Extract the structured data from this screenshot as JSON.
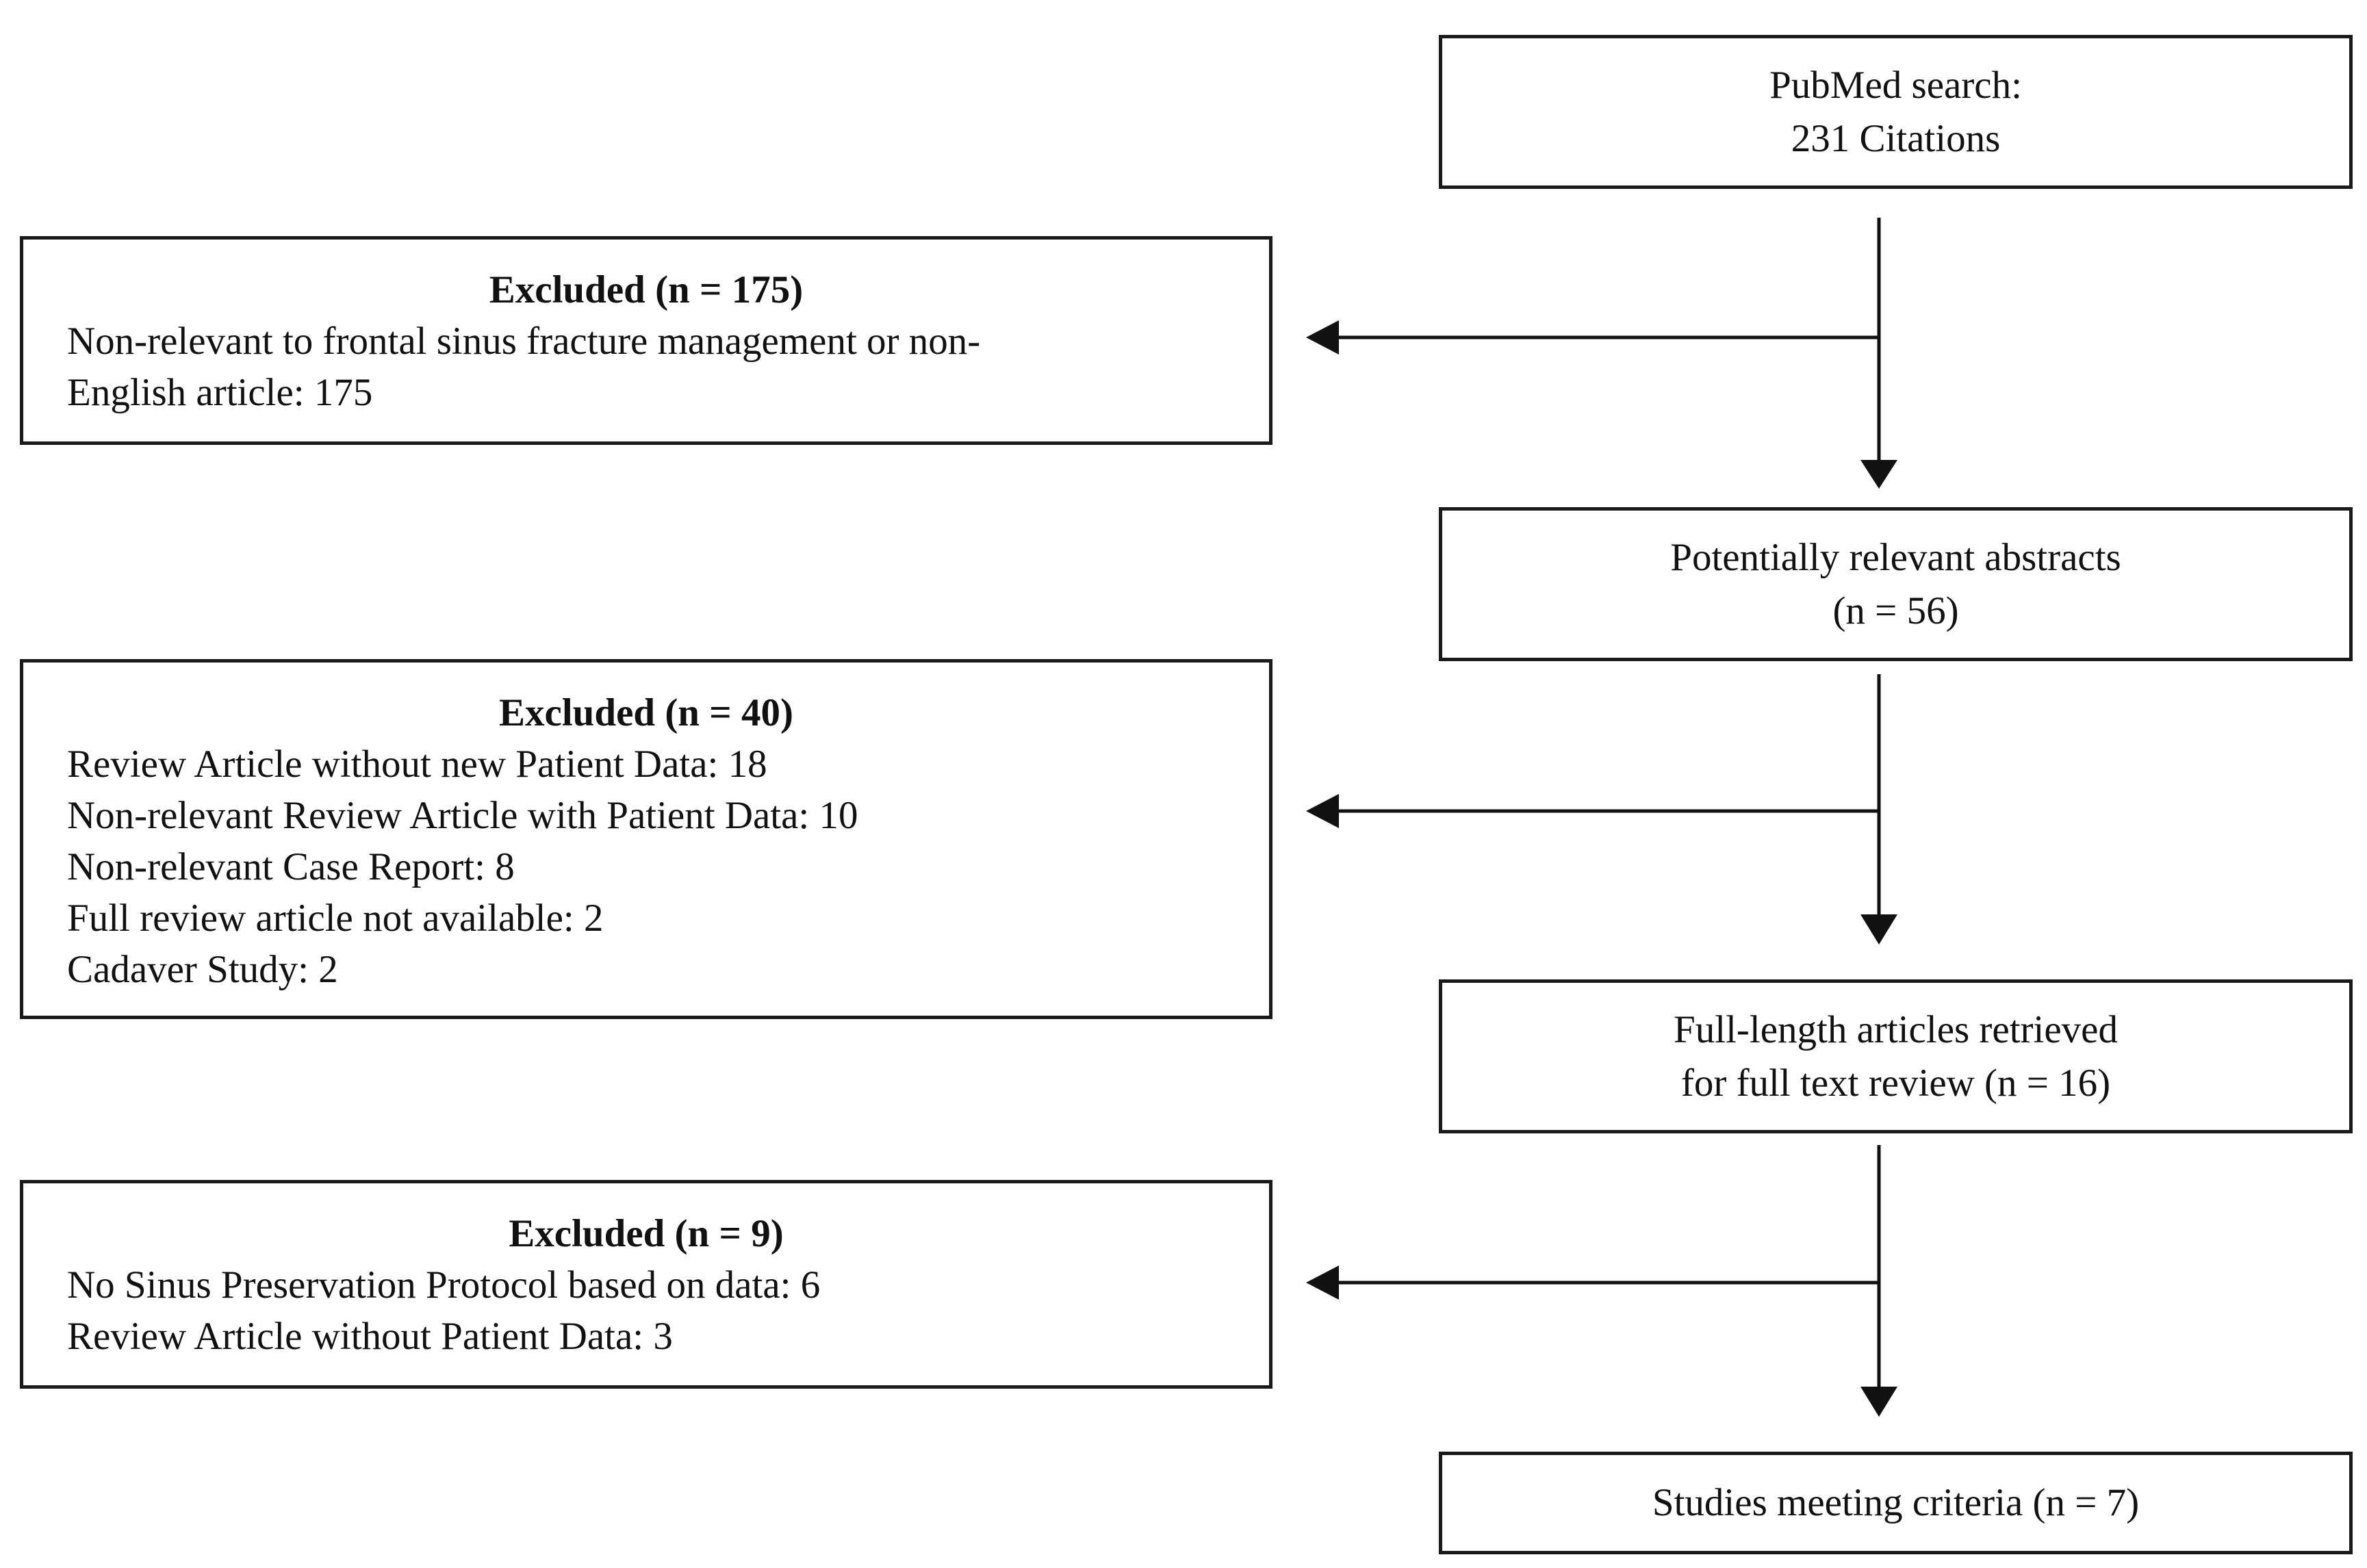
{
  "flow": {
    "steps": [
      {
        "lines": [
          "PubMed search:",
          "231 Citations"
        ]
      },
      {
        "lines": [
          "Potentially relevant abstracts",
          "(n = 56)"
        ]
      },
      {
        "lines": [
          "Full-length articles retrieved",
          "for full text review (n = 16)"
        ]
      },
      {
        "lines": [
          "Studies meeting criteria (n = 7)"
        ]
      }
    ],
    "exclusions": [
      {
        "title": "Excluded (n = 175)",
        "lines": [
          "Non-relevant to frontal sinus fracture management or non-",
          "English article: 175"
        ]
      },
      {
        "title": "Excluded (n = 40)",
        "lines": [
          "Review Article without new Patient Data: 18",
          "Non-relevant Review Article with Patient Data: 10",
          "Non-relevant Case Report: 8",
          "Full review article not available: 2",
          "Cadaver Study: 2"
        ]
      },
      {
        "title": "Excluded (n = 9)",
        "lines": [
          "No Sinus Preservation Protocol based on data: 6",
          "Review Article without Patient Data: 3"
        ]
      }
    ]
  }
}
